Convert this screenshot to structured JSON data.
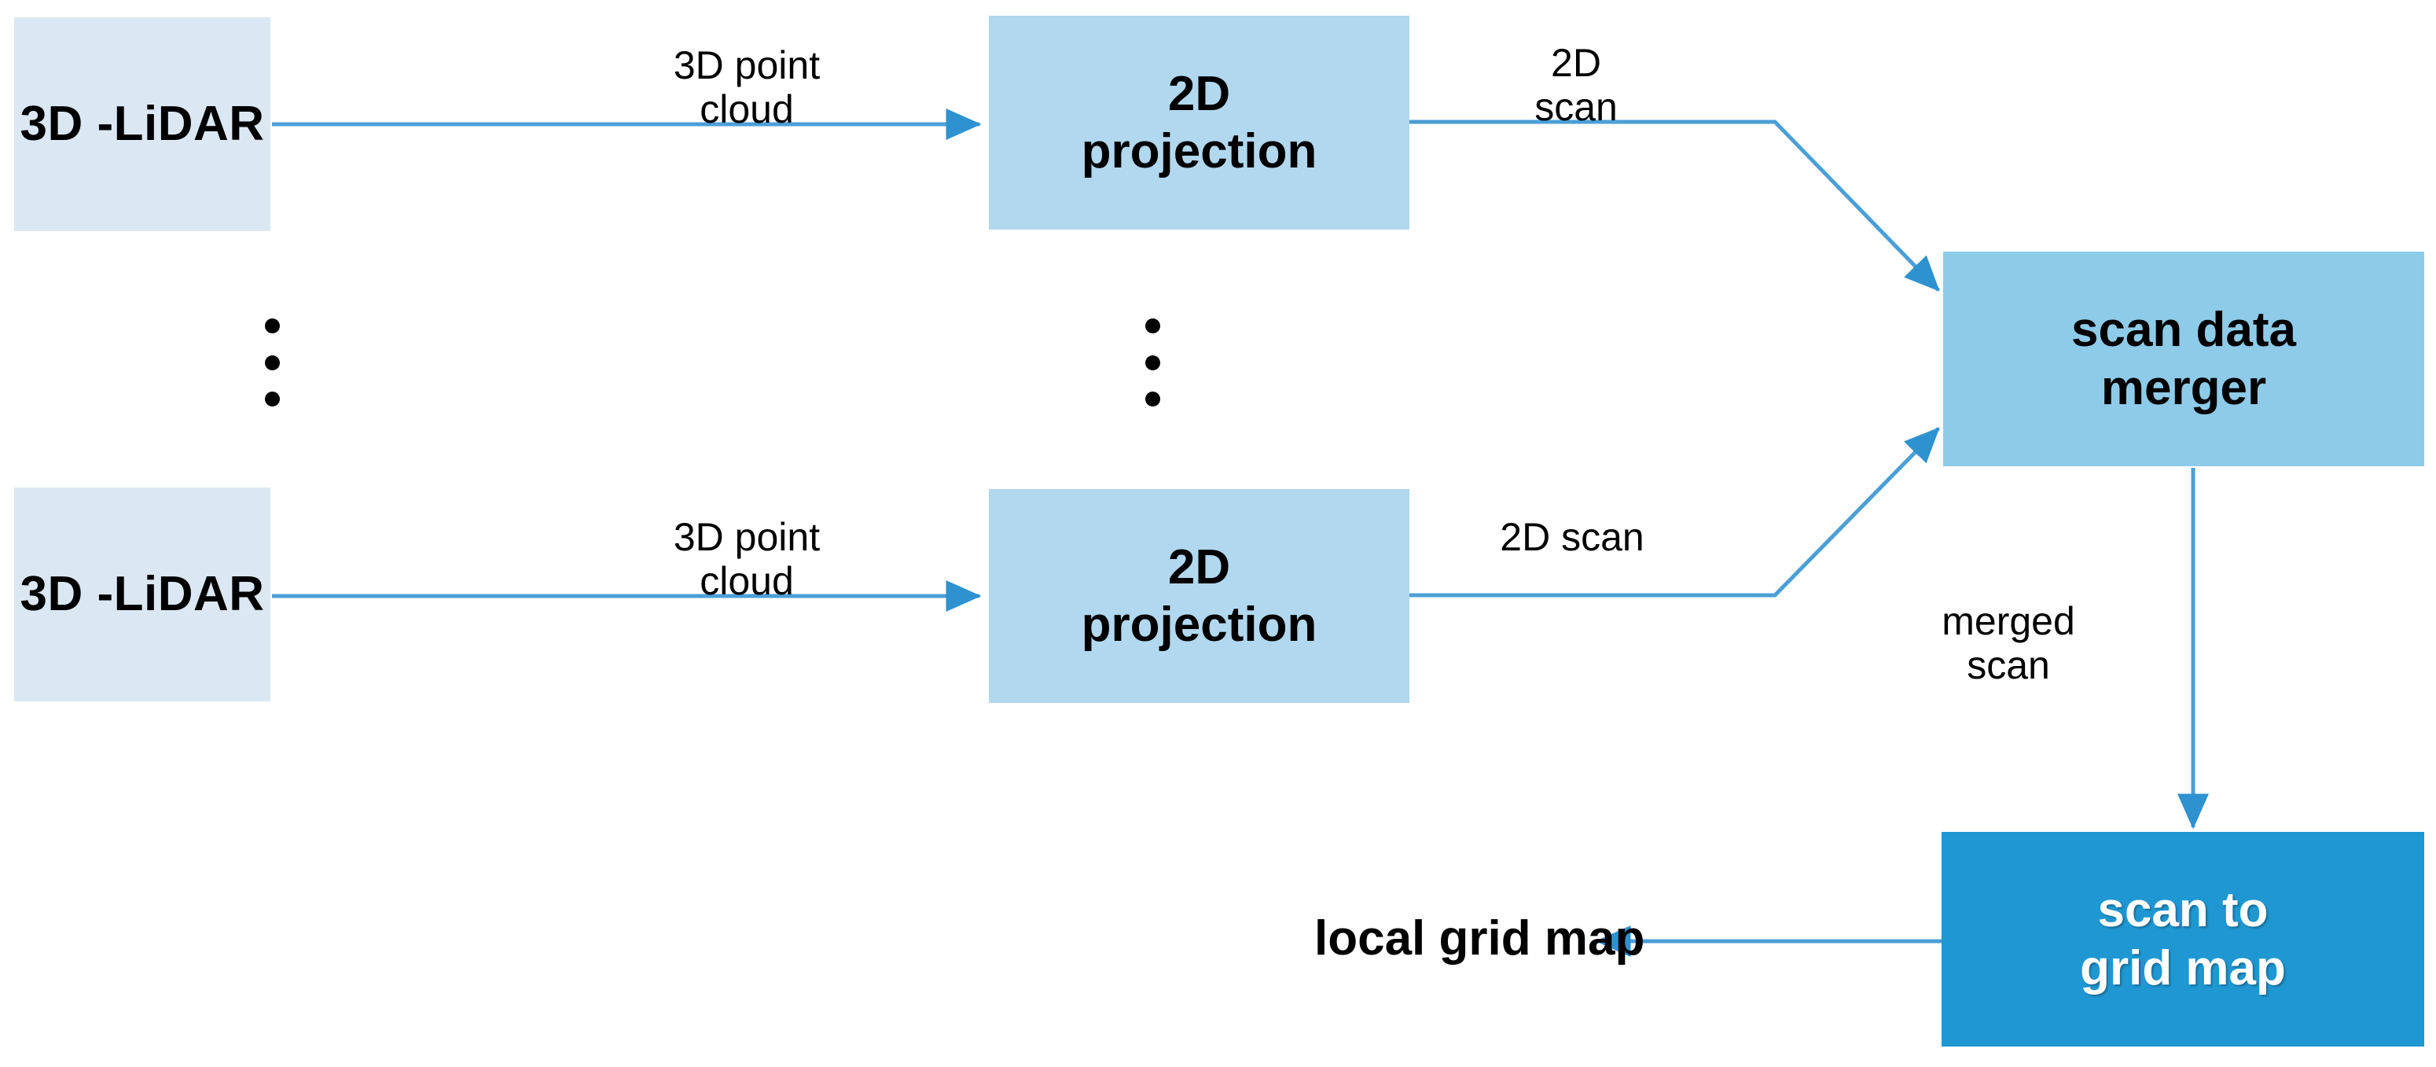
{
  "diagram": {
    "title_present": false,
    "colors": {
      "lidar_box_fill": "#dbe8f4",
      "projection_box_fill": "#b1d8ef",
      "merger_box_fill": "#8ecbe8",
      "grid_map_box_fill": "#1f97d2",
      "arrow_stroke": "#4a9fd8",
      "text_dark": "#000000",
      "text_light": "#ffffff",
      "background": "#ffffff"
    },
    "nodes": [
      {
        "id": "lidar-top",
        "label": "3D -LiDAR",
        "style": "light"
      },
      {
        "id": "projection-top",
        "label": "2D\nprojection",
        "style": "medium"
      },
      {
        "id": "lidar-bottom",
        "label": "3D -LiDAR",
        "style": "light"
      },
      {
        "id": "projection-bottom",
        "label": "2D\nprojection",
        "style": "medium"
      },
      {
        "id": "scan-data-merger",
        "label": "scan data\nmerger",
        "style": "merger"
      },
      {
        "id": "scan-to-grid-map",
        "label": "scan to\ngrid map",
        "style": "strong"
      }
    ],
    "plain_labels": [
      {
        "id": "local-grid-map",
        "label": "local grid map"
      }
    ],
    "edge_labels": [
      {
        "id": "edge-3d-point-cloud-top",
        "label": "3D point\ncloud"
      },
      {
        "id": "edge-2d-scan-top",
        "label": "2D\nscan"
      },
      {
        "id": "edge-3d-point-cloud-bottom",
        "label": "3D point\ncloud"
      },
      {
        "id": "edge-2d-scan-bottom",
        "label": "2D scan"
      },
      {
        "id": "edge-merged-scan",
        "label": "merged\nscan"
      }
    ],
    "ellipses": [
      {
        "id": "ellipsis-lidar-column",
        "dots": 3
      },
      {
        "id": "ellipsis-projection-column",
        "dots": 3
      }
    ]
  }
}
